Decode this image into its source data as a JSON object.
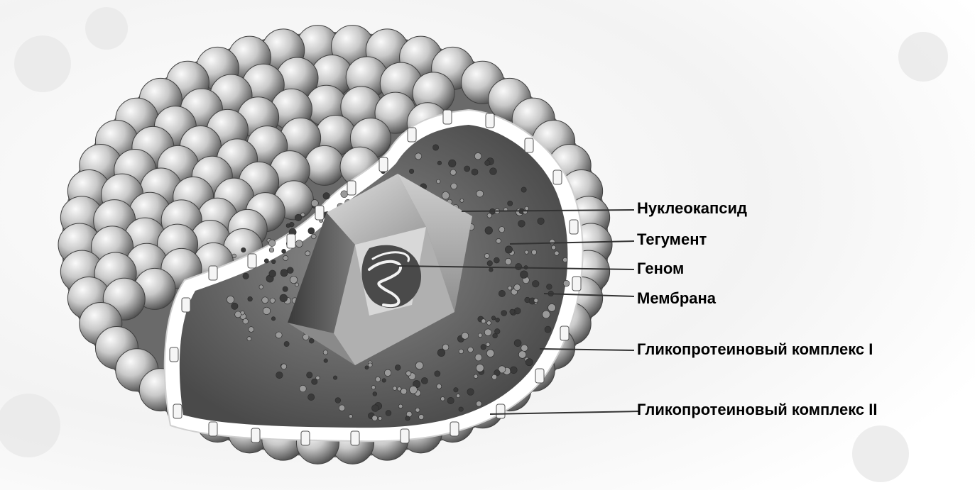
{
  "labels": [
    "Нуклеокапсид",
    "Тегумент",
    "Геном",
    "Мембрана",
    "Гликопротеиновый комплекс I",
    "Гликопротеиновый комплекс II"
  ],
  "colors": {
    "background": "#ffffff",
    "sphere_light": "#f4f4f4",
    "sphere_dark": "#5a5a5a",
    "tegument": "#6e6e6e",
    "membrane": "#ffffff",
    "capsid": "#bdbdbd",
    "leader_line": "#333333"
  }
}
